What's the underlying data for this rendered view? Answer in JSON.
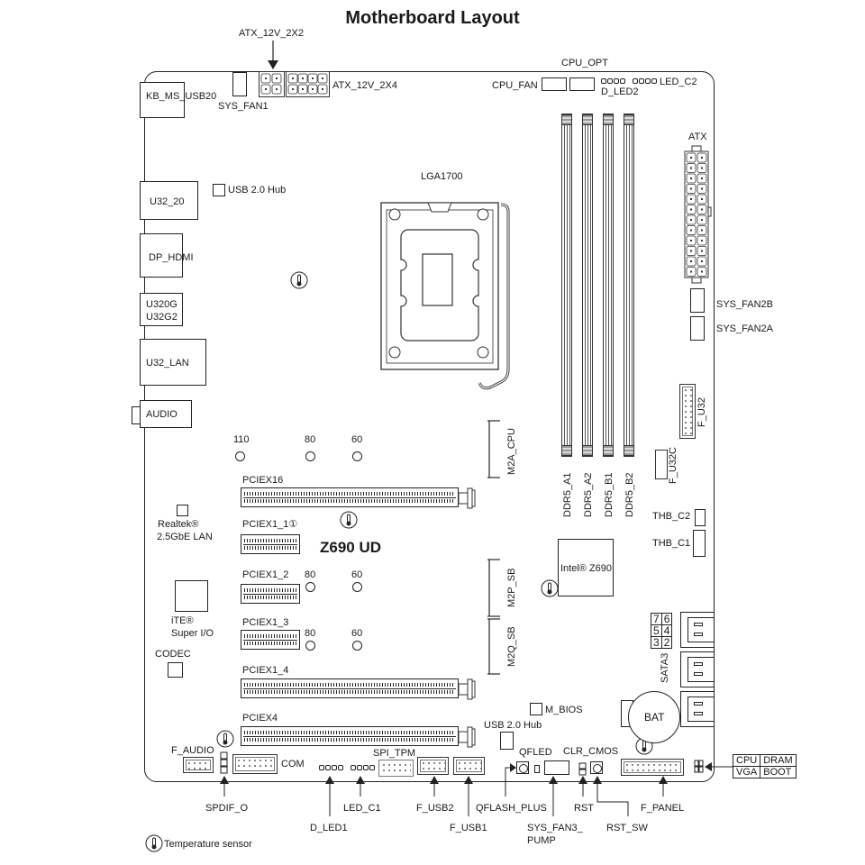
{
  "title": "Motherboard Layout",
  "model": "Z690 UD",
  "legend": {
    "icon": "thermometer-icon",
    "label": "Temperature sensor"
  },
  "top": {
    "atx_12v_2x2": "ATX_12V_2X2",
    "atx_12v_2x4": "ATX_12V_2X4",
    "sys_fan1": "SYS_FAN1",
    "cpu_opt": "CPU_OPT",
    "cpu_fan": "CPU_FAN",
    "d_led2": "D_LED2",
    "led_c2": "LED_C2"
  },
  "rear_io": [
    "KB_MS_USB20",
    "U32_20",
    "DP_HDMI",
    "U320G\nU32G2",
    "U32_LAN",
    "AUDIO"
  ],
  "rear_io_lines": {
    "u320g": "U320G",
    "u32g2": "U32G2"
  },
  "chips": {
    "usb_hub_top": "USB 2.0 Hub",
    "usb_hub_bottom": "USB 2.0 Hub",
    "cpu_socket": "LGA1700",
    "realtek_1": "Realtek®",
    "realtek_2": "2.5GbE LAN",
    "ite_1": "iTE®",
    "ite_2": "Super I/O",
    "codec": "CODEC",
    "chipset": "Intel® Z690",
    "m_bios": "M_BIOS",
    "bat": "BAT"
  },
  "memory": [
    "DDR5_A1",
    "DDR5_A2",
    "DDR5_B1",
    "DDR5_B2"
  ],
  "right": {
    "atx": "ATX",
    "sys_fan2b": "SYS_FAN2B",
    "sys_fan2a": "SYS_FAN2A",
    "f_u32": "F_U32",
    "f_u32c": "F_U32C",
    "thb_c2": "THB_C2",
    "thb_c1": "THB_C1",
    "sata3": "SATA3",
    "sata_ports": [
      [
        "7",
        "6"
      ],
      [
        "5",
        "4"
      ],
      [
        "3",
        "2"
      ]
    ]
  },
  "m2": [
    "M2A_CPU",
    "M2P_SB",
    "M2Q_SB"
  ],
  "m2_standoffs": {
    "top": [
      "110",
      "80",
      "60"
    ],
    "mid": [
      "80",
      "60"
    ],
    "low": [
      "80",
      "60"
    ]
  },
  "pcie": [
    "PCIEX16",
    "PCIEX1_1①",
    "PCIEX1_2",
    "PCIEX1_3",
    "PCIEX1_4",
    "PCIEX4"
  ],
  "bottom": {
    "f_audio": "F_AUDIO",
    "spdif_o": "SPDIF_O",
    "com": "COM",
    "d_led1": "D_LED1",
    "led_c1": "LED_C1",
    "spi_tpm": "SPI_TPM",
    "f_usb2": "F_USB2",
    "f_usb1": "F_USB1",
    "qflash_plus": "QFLASH_PLUS",
    "qfled": "QFLED",
    "sys_fan3_1": "SYS_FAN3_",
    "sys_fan3_2": "PUMP",
    "rst": "RST",
    "clr_cmos": "CLR_CMOS",
    "rst_sw": "RST_SW",
    "f_panel": "F_PANEL"
  },
  "debug_leds": [
    [
      "CPU",
      "DRAM"
    ],
    [
      "VGA",
      "BOOT"
    ]
  ]
}
